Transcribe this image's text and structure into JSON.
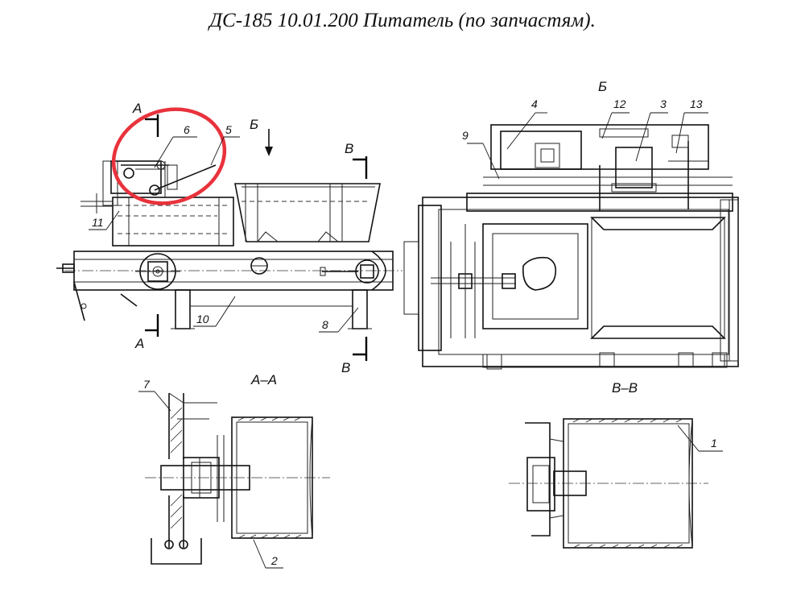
{
  "title": "ДС-185 10.01.200 Питатель (по запчастям).",
  "colors": {
    "highlight": "#e8323c",
    "ink": "#111111"
  },
  "labels": {
    "section_a": "А",
    "view_b": "Б",
    "section_v": "В",
    "section_aa": "А–А",
    "section_vv": "В–В"
  },
  "callouts": {
    "main": [
      "6",
      "5",
      "11",
      "10",
      "8"
    ],
    "top_view": [
      "9",
      "4",
      "12",
      "3",
      "13"
    ],
    "aa": [
      "7",
      "2"
    ],
    "vv": [
      "1"
    ]
  }
}
